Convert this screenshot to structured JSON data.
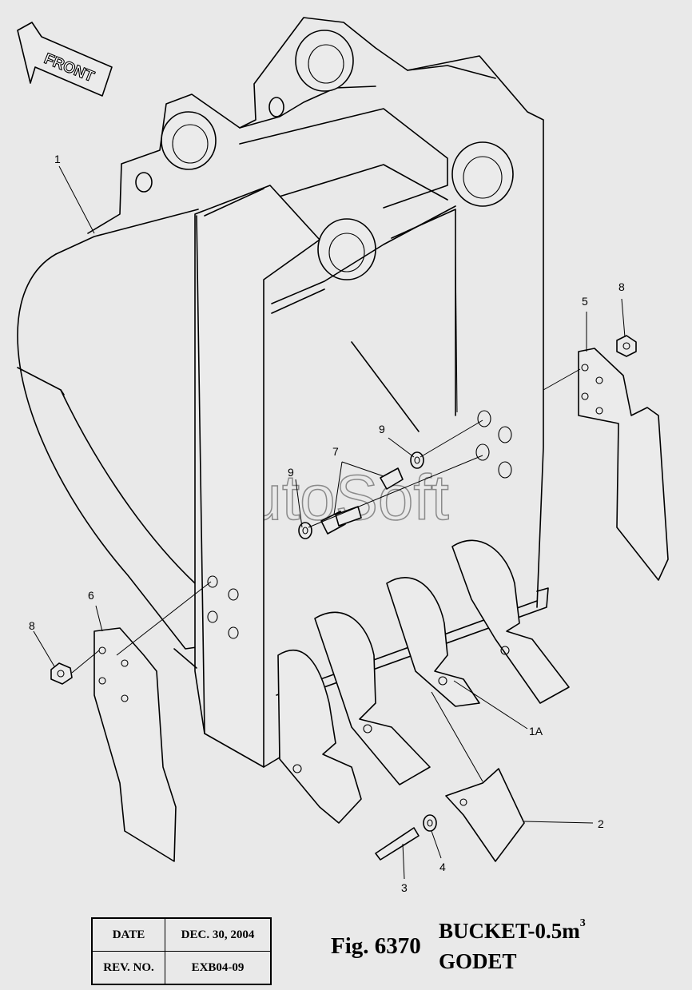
{
  "front_label": "FRONT",
  "watermark": "AutoSoft",
  "callouts": {
    "c1": "1",
    "c1a": "1A",
    "c2": "2",
    "c3": "3",
    "c4": "4",
    "c5": "5",
    "c6": "6",
    "c7": "7",
    "c8_right": "8",
    "c8_left": "8",
    "c9_upper": "9",
    "c9_lower": "9"
  },
  "title_block": {
    "date_label": "DATE",
    "date_value": "DEC. 30, 2004",
    "rev_label": "REV. NO.",
    "rev_value": "EXB04-09"
  },
  "figure": {
    "number": "Fig. 6370",
    "title_en": "BUCKET-0.5m",
    "title_en_unit_exp": "3",
    "title_fr": "GODET"
  }
}
